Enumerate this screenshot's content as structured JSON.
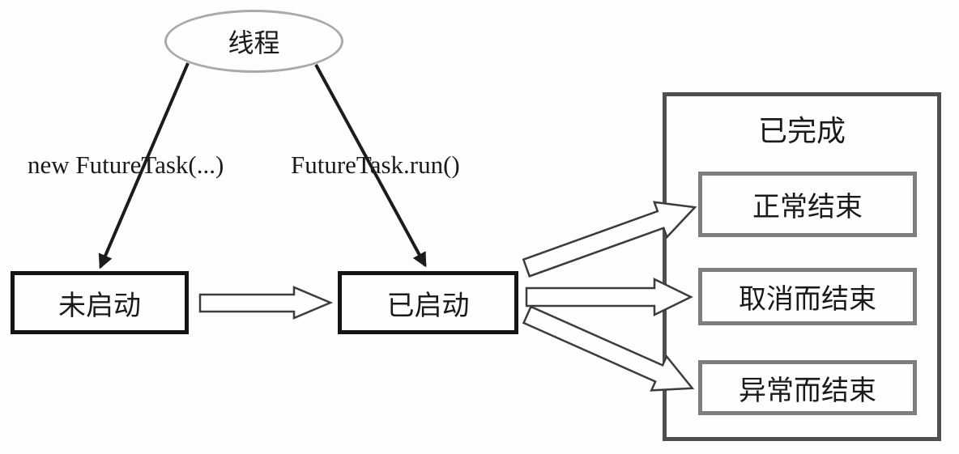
{
  "diagram": {
    "nodes": {
      "thread": "线程",
      "not_started": "未启动",
      "started": "已启动",
      "completed": "已完成",
      "outcomes": [
        "正常结束",
        "取消而结束",
        "异常而结束"
      ]
    },
    "edge_labels": {
      "create": "new FutureTask(...)",
      "run": "FutureTask.run()"
    },
    "colors": {
      "background": "#fefefe",
      "text": "#1a1a1a",
      "state_box_border": "#141414",
      "group_box_border": "#4f4f4f",
      "outcome_box_border": "#7e7e7e",
      "ellipse_border": "#a9a9a9",
      "solid_arrow": "#1c1c1c",
      "hollow_arrow_outline": "#3c3c3c",
      "hollow_arrow_fill": "#fefefe"
    }
  }
}
